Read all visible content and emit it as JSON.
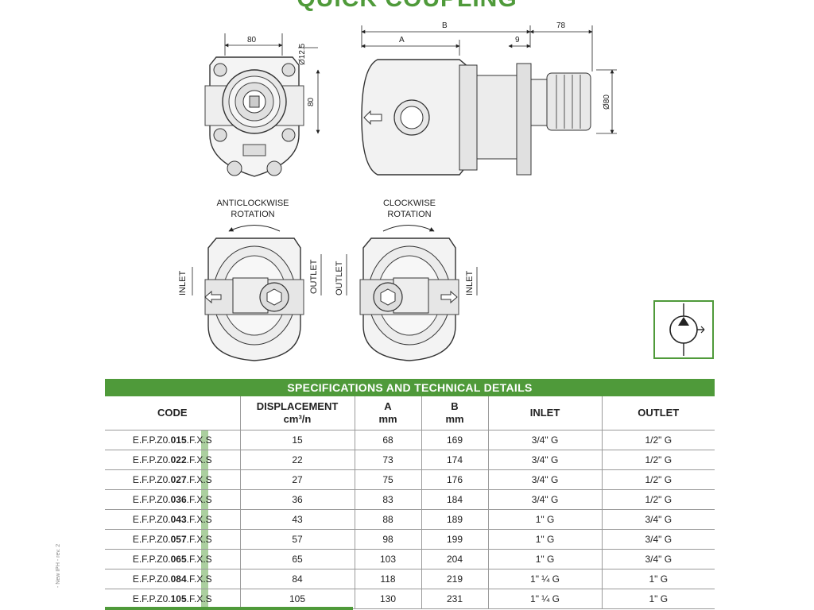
{
  "page": {
    "title": "QUICK COUPLING",
    "side_note": "- New IPH - rev. 2"
  },
  "front_view": {
    "dim_width": "80",
    "dim_diameter": "Ø12.5",
    "dim_height": "80"
  },
  "side_view": {
    "dim_a": "A",
    "dim_b": "B",
    "dim_9": "9",
    "dim_78": "78",
    "dim_diameter": "Ø80"
  },
  "rotation_views": {
    "anticlockwise": {
      "line1": "ANTICLOCKWISE",
      "line2": "ROTATION",
      "left_port": "INLET",
      "right_port": "OUTLET"
    },
    "clockwise": {
      "line1": "CLOCKWISE",
      "line2": "ROTATION",
      "left_port": "OUTLET",
      "right_port": "INLET"
    }
  },
  "symbol": {
    "icon": "hydraulic-pump-symbol-icon",
    "color": "#4f9a3a"
  },
  "specs": {
    "title": "SPECIFICATIONS AND TECHNICAL DETAILS",
    "headers": {
      "code": "CODE",
      "displacement": "DISPLACEMENT",
      "displacement_unit": "cm³/n",
      "a": "A",
      "a_unit": "mm",
      "b": "B",
      "b_unit": "mm",
      "inlet": "INLET",
      "outlet": "OUTLET"
    },
    "rows": [
      {
        "code_prefix": "E.F.P.Z0.",
        "code_bold": "015",
        "code_suffix": ".F.X.S",
        "displacement": "15",
        "a": "68",
        "b": "169",
        "inlet": "3/4\" G",
        "outlet": "1/2\" G"
      },
      {
        "code_prefix": "E.F.P.Z0.",
        "code_bold": "022",
        "code_suffix": ".F.X.S",
        "displacement": "22",
        "a": "73",
        "b": "174",
        "inlet": "3/4\" G",
        "outlet": "1/2\" G"
      },
      {
        "code_prefix": "E.F.P.Z0.",
        "code_bold": "027",
        "code_suffix": ".F.X.S",
        "displacement": "27",
        "a": "75",
        "b": "176",
        "inlet": "3/4\" G",
        "outlet": "1/2\" G"
      },
      {
        "code_prefix": "E.F.P.Z0.",
        "code_bold": "036",
        "code_suffix": ".F.X.S",
        "displacement": "36",
        "a": "83",
        "b": "184",
        "inlet": "3/4\" G",
        "outlet": "1/2\" G"
      },
      {
        "code_prefix": "E.F.P.Z0.",
        "code_bold": "043",
        "code_suffix": ".F.X.S",
        "displacement": "43",
        "a": "88",
        "b": "189",
        "inlet": "1\" G",
        "outlet": "3/4\" G"
      },
      {
        "code_prefix": "E.F.P.Z0.",
        "code_bold": "057",
        "code_suffix": ".F.X.S",
        "displacement": "57",
        "a": "98",
        "b": "199",
        "inlet": "1\" G",
        "outlet": "3/4\" G"
      },
      {
        "code_prefix": "E.F.P.Z0.",
        "code_bold": "065",
        "code_suffix": ".F.X.S",
        "displacement": "65",
        "a": "103",
        "b": "204",
        "inlet": "1\" G",
        "outlet": "3/4\" G"
      },
      {
        "code_prefix": "E.F.P.Z0.",
        "code_bold": "084",
        "code_suffix": ".F.X.S",
        "displacement": "84",
        "a": "118",
        "b": "219",
        "inlet": "1\" ¼ G",
        "outlet": "1\" G"
      },
      {
        "code_prefix": "E.F.P.Z0.",
        "code_bold": "105",
        "code_suffix": ".F.X.S",
        "displacement": "105",
        "a": "130",
        "b": "231",
        "inlet": "1\" ¼ G",
        "outlet": "1\" G"
      }
    ]
  }
}
